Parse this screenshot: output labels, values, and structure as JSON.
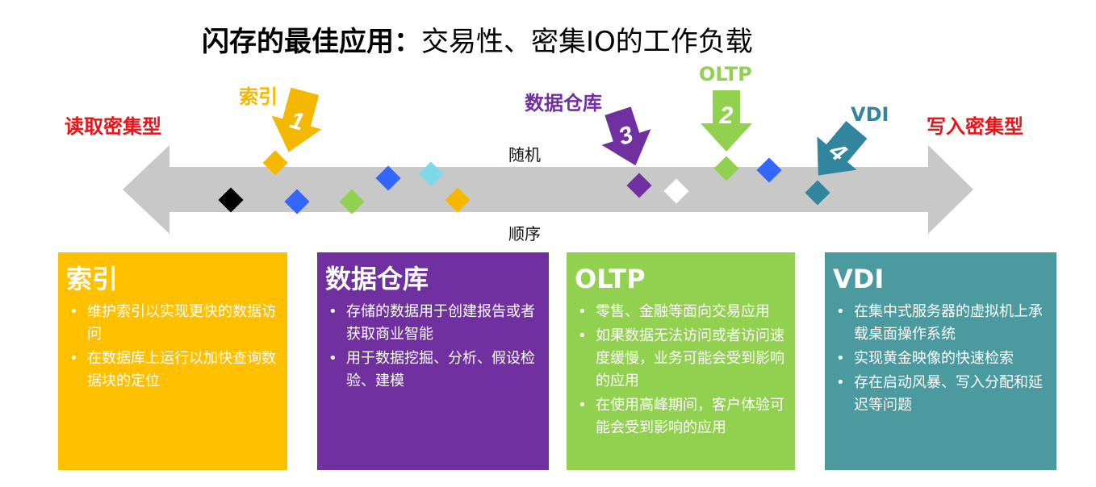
{
  "title": {
    "bold": "闪存的最佳应用：",
    "rest": "交易性、密集IO的工作负载"
  },
  "left_label": "读取密集型",
  "right_label": "写入密集型",
  "axis": {
    "top": "随机",
    "bottom": "顺序"
  },
  "markers": [
    {
      "label": "索引",
      "number": "1",
      "color": "#f5b800",
      "label_color": "#f5b800"
    },
    {
      "label": "OLTP",
      "number": "2",
      "color": "#92d050",
      "label_color": "#92d050"
    },
    {
      "label": "数据仓库",
      "number": "3",
      "color": "#7030a0",
      "label_color": "#7030a0"
    },
    {
      "label": "VDI",
      "number": "4",
      "color": "#31859c",
      "label_color": "#31859c"
    }
  ],
  "cards": [
    {
      "title": "索引",
      "color": "#ffc000",
      "items": [
        "维护索引以实现更快的数据访问",
        "在数据库上运行以加快查询数据块的定位"
      ]
    },
    {
      "title": "数据仓库",
      "color": "#7030a0",
      "items": [
        "存储的数据用于创建报告或者获取商业智能",
        "用于数据挖掘、分析、假设检验、建模"
      ]
    },
    {
      "title": "OLTP",
      "color": "#92d050",
      "items": [
        "零售、金融等面向交易应用",
        "如果数据无法访问或者访问速度缓慢，业务可能会受到影响的应用",
        "在使用高峰期间，客户体验可能会受到影响的应用"
      ]
    },
    {
      "title": "VDI",
      "color": "#4a9aa0",
      "items": [
        "在集中式服务器的虚拟机上承载桌面操作系统",
        "实现黄金映像的快速检索",
        "存在启动风暴、写入分配和延迟等问题"
      ]
    }
  ],
  "diamond_colors": [
    "#000000",
    "#f5b800",
    "#3366ff",
    "#92d050",
    "#3366ff",
    "#7fd8e8",
    "#f5b800",
    "#7030a0",
    "#ffffff",
    "#92d050",
    "#3366ff",
    "#31859c"
  ]
}
